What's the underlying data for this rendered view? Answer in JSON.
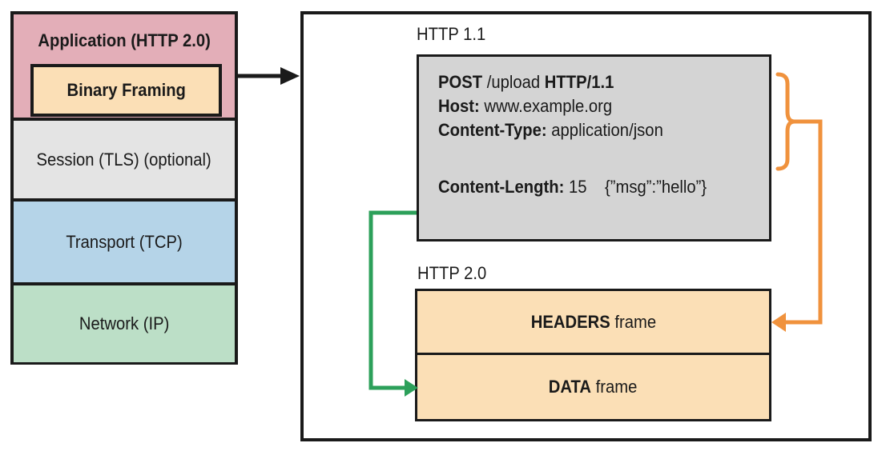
{
  "stack": {
    "layers": [
      {
        "label": "Application (HTTP 2.0)"
      },
      {
        "label": "Binary Framing"
      },
      {
        "label": "Session (TLS) (optional)"
      },
      {
        "label": "Transport (TCP)"
      },
      {
        "label": "Network (IP)"
      }
    ]
  },
  "panel": {
    "http11_label": "HTTP 1.1",
    "http20_label": "HTTP 2.0",
    "request": {
      "method": "POST",
      "path": " /upload ",
      "version": "HTTP/1.1",
      "host_key": "Host:",
      "host_value": " www.example.org",
      "content_type_key": "Content-Type:",
      "content_type_value": " application/json",
      "content_length_key": "Content-Length:",
      "content_length_value": " 15",
      "body": "{”msg”:”hello”}"
    },
    "frames": [
      {
        "name": "HEADERS",
        "suffix": " frame"
      },
      {
        "name": "DATA",
        "suffix": " frame"
      }
    ]
  },
  "colors": {
    "application_pink": "#e3aeb8",
    "framing_tan": "#fbdfb6",
    "session_gray": "#e4e4e4",
    "transport_blue": "#b5d4e8",
    "network_green": "#bcdfc7",
    "request_gray": "#d4d4d4",
    "connector_orange": "#f0923d",
    "connector_green": "#2ca05a",
    "line_black": "#1a1a1a"
  }
}
